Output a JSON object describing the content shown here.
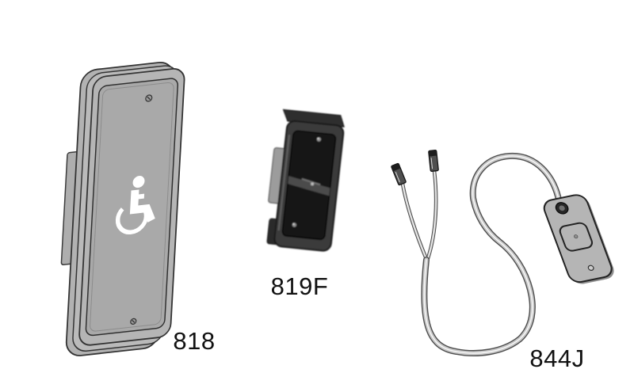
{
  "figure": {
    "products": [
      {
        "label": "818"
      },
      {
        "label": "819F"
      },
      {
        "label": "844J"
      }
    ]
  },
  "colors": {
    "background": "#ffffff",
    "line": "#333333",
    "plate_gray": "#b5b5b5",
    "plate_face": "#a9a9a9",
    "symbol_white": "#ffffff",
    "dark_device": "#3a3a3a",
    "dark_face": "#161616",
    "cable_fill": "#c8c8c8",
    "cable_line": "#4d4d4d",
    "label_text": "#111111"
  }
}
